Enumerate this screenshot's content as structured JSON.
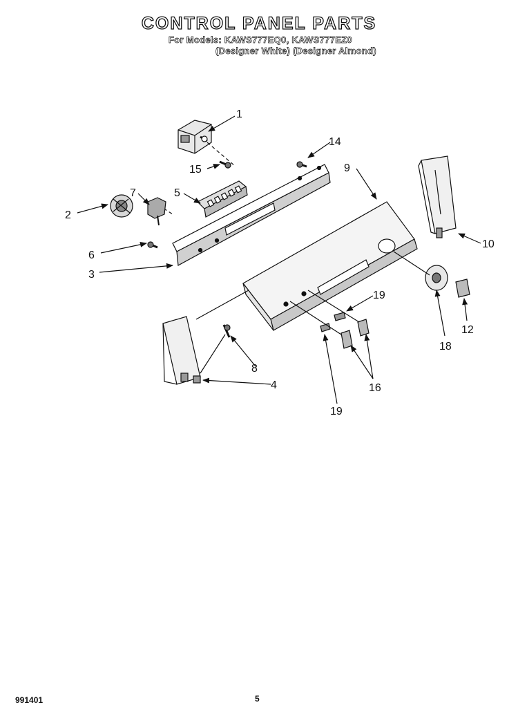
{
  "header": {
    "title": "CONTROL PANEL PARTS",
    "models_line": "For Models: KAWS777EQ0, KAWS777EZ0",
    "colors_line": "(Designer White) (Designer Almond)"
  },
  "callouts": {
    "c1": "1",
    "c14": "14",
    "c15": "15",
    "c9": "9",
    "c7": "7",
    "c5": "5",
    "c2": "2",
    "c10": "10",
    "c6": "6",
    "c3": "3",
    "c19a": "19",
    "c18": "18",
    "c12": "12",
    "c8": "8",
    "c4": "4",
    "c16": "16",
    "c19b": "19"
  },
  "footer": {
    "code": "991401",
    "page": "5"
  },
  "colors": {
    "ink": "#111111",
    "paper": "#ffffff",
    "shade": "#b8b8b8"
  }
}
